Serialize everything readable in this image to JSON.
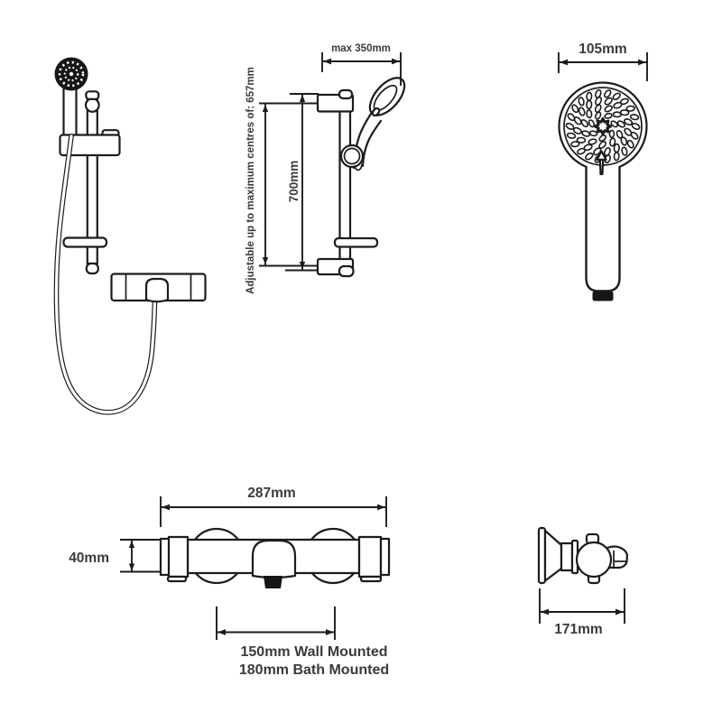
{
  "colors": {
    "background": "#ffffff",
    "line": "#1c1c1e",
    "text": "#3a3a3c",
    "dark_fill": "#161617"
  },
  "rail_side_view": {
    "max_reach_label": "max 350mm",
    "rail_length_label": "700mm",
    "adjustable_label": "Adjustable up to maximum centres of: 657mm"
  },
  "handset_view": {
    "head_diameter_label": "105mm"
  },
  "valve_front_view": {
    "width_label": "287mm",
    "body_height_label": "40mm",
    "mounting_labels": [
      "150mm Wall Mounted",
      "180mm Bath Mounted"
    ]
  },
  "valve_side_view": {
    "depth_label": "171mm"
  }
}
